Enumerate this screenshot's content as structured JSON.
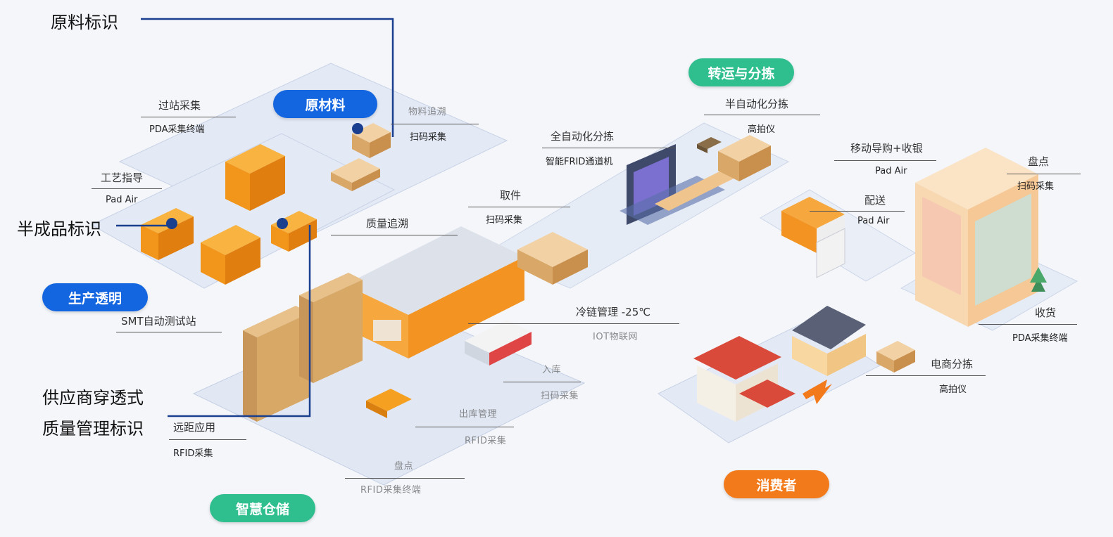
{
  "callouts": {
    "raw_material_mark": "原料标识",
    "semi_finished_mark": "半成品标识",
    "supplier_line1": "供应商穿透式",
    "supplier_line2": "质量管理标识"
  },
  "zones": {
    "raw_material": "原材料",
    "production": "生产透明",
    "warehouse": "智慧仓储",
    "transport": "转运与分拣",
    "consumer": "消费者"
  },
  "labels": {
    "station_collect": {
      "title": "过站采集",
      "device": "PDA采集终端"
    },
    "process_guide": {
      "title": "工艺指导",
      "device": "Pad Air"
    },
    "material_scan": {
      "title": "物料追溯",
      "device": "扫码采集"
    },
    "quality_trace": {
      "title": "质量追溯"
    },
    "smt_test": {
      "title": "SMT自动测试站"
    },
    "remote_app": {
      "title": "远距应用",
      "device": "RFID采集"
    },
    "pickup": {
      "title": "取件",
      "device": "扫码采集"
    },
    "full_auto_sort": {
      "title": "全自动化分拣",
      "device": "智能FRID通道机"
    },
    "semi_auto_sort": {
      "title": "半自动化分拣",
      "device": "高拍仪"
    },
    "cold_chain": {
      "title": "冷链管理 -25℃",
      "device": "IOT物联网"
    },
    "inventory_check": {
      "title": "盘点",
      "device": "扫码采集"
    },
    "mobile_cashier": {
      "title": "移动导购+收银",
      "device": "Pad Air"
    },
    "delivery": {
      "title": "配送",
      "device": "Pad Air"
    },
    "receiving": {
      "title": "收货",
      "device": "PDA采集终端"
    },
    "ecommerce_sort": {
      "title": "电商分拣",
      "device": "高拍仪"
    },
    "blur_a": {
      "title": "入库",
      "device": "扫码采集"
    },
    "blur_b": {
      "title": "出库管理",
      "device": "RFID采集"
    },
    "blur_c": {
      "title": "盘点",
      "device": "RFID采集终端"
    }
  },
  "colors": {
    "blue": "#1466e0",
    "green": "#2fbf8f",
    "orange": "#f27a1a",
    "connector": "#1a3f8f",
    "platform": "#dfe6f3",
    "machine": "#f5a020"
  }
}
